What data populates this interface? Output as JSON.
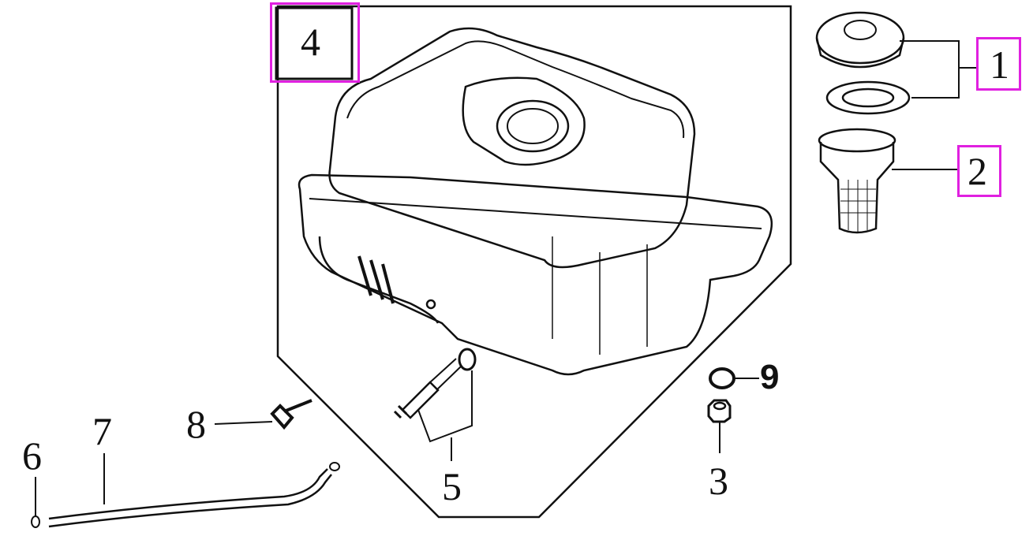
{
  "labels": {
    "p1": "1",
    "p2": "2",
    "p3": "3",
    "p4": "4",
    "p5": "5",
    "p6": "6",
    "p7": "7",
    "p8": "8",
    "p9": "9"
  },
  "colors": {
    "highlight": "#e020e0",
    "line": "#111111"
  }
}
